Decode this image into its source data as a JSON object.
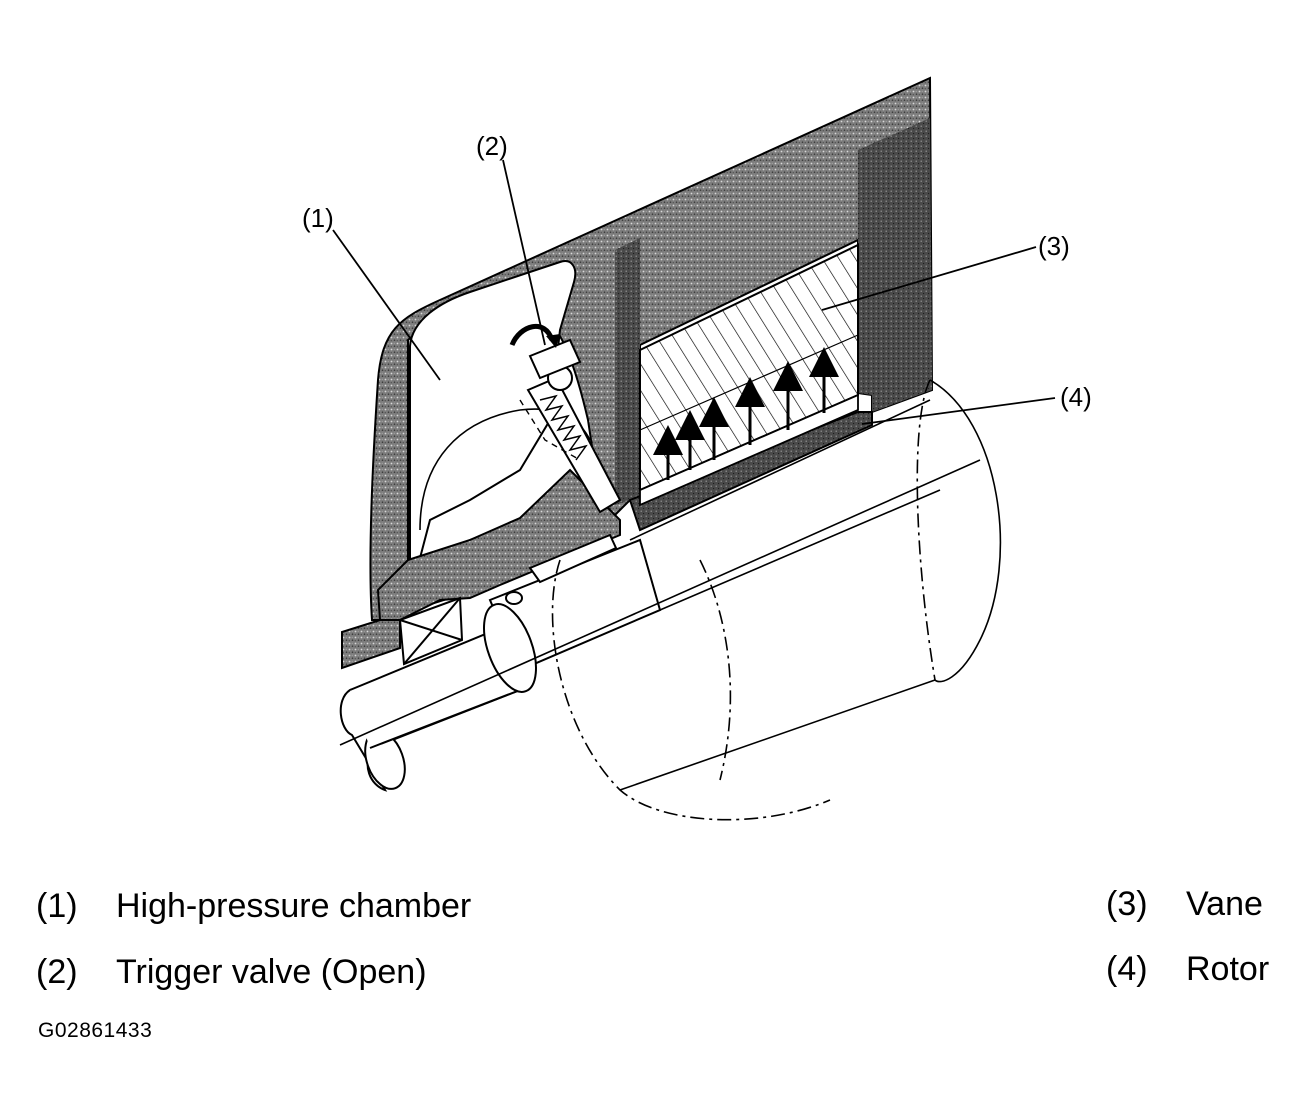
{
  "callouts": {
    "c1": "(1)",
    "c2": "(2)",
    "c3": "(3)",
    "c4": "(4)"
  },
  "legend": [
    {
      "num": "(1)",
      "text": "High-pressure chamber"
    },
    {
      "num": "(2)",
      "text": "Trigger valve (Open)"
    },
    {
      "num": "(3)",
      "text": "Vane"
    },
    {
      "num": "(4)",
      "text": "Rotor"
    }
  ],
  "figure_id": "G02861433",
  "colors": {
    "housing_fill": "#8a8a8a",
    "line": "#000000",
    "background": "#ffffff"
  }
}
